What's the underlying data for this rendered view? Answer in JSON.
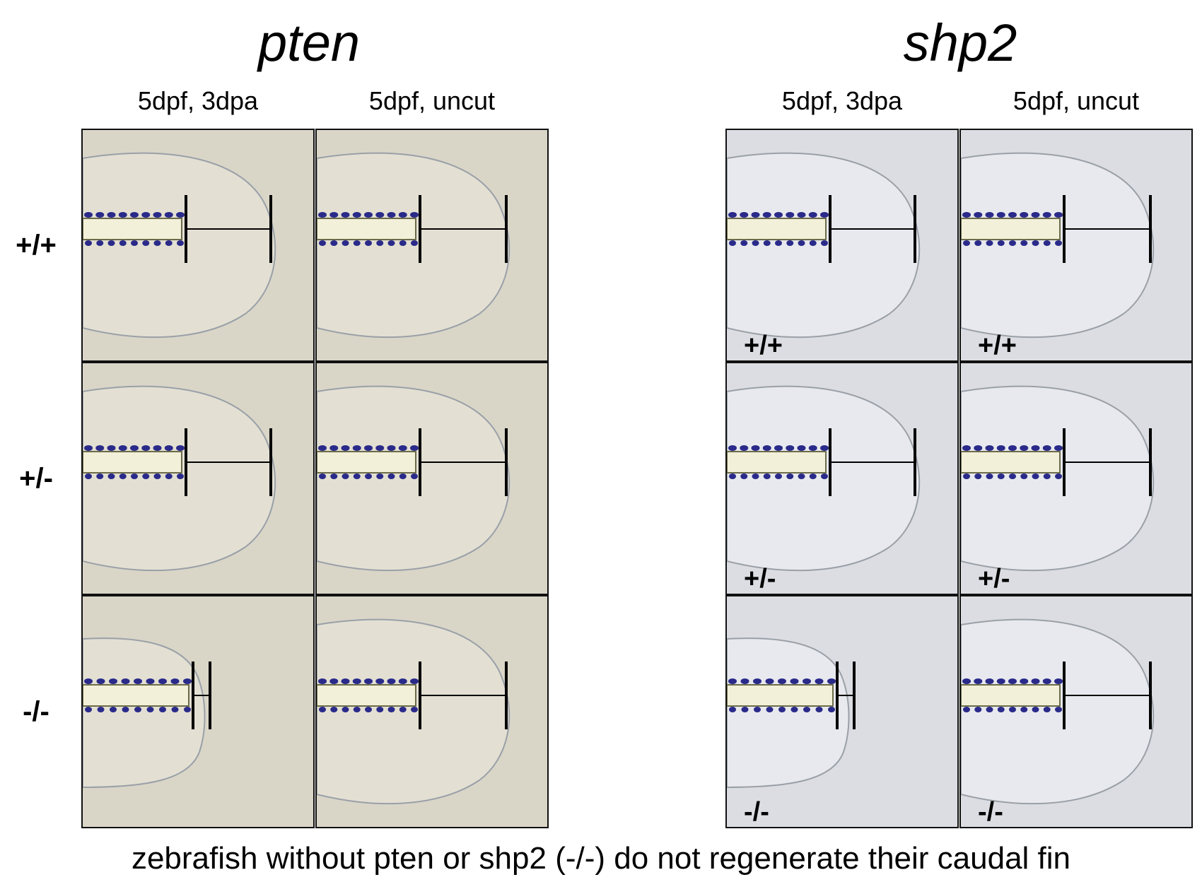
{
  "titles": {
    "left": "pten",
    "right": "shp2"
  },
  "columns": {
    "left_a": "5dpf, 3dpa",
    "left_b": "5dpf, uncut",
    "right_a": "5dpf, 3dpa",
    "right_b": "5dpf, uncut"
  },
  "rows": [
    "+/+",
    "+/-",
    "-/-"
  ],
  "caption": "zebrafish without pten or shp2 (-/-) do not regenerate their caudal fin",
  "panel_colors": {
    "pten_bg": "#d9d6c8",
    "pten_fin": "#e3e0d3",
    "shp2_bg": "#dcdde3",
    "shp2_fin": "#e8e9ee",
    "stain": "#2a2a8a",
    "notochord": "#f2f0d8",
    "measure": "#000000"
  }
}
